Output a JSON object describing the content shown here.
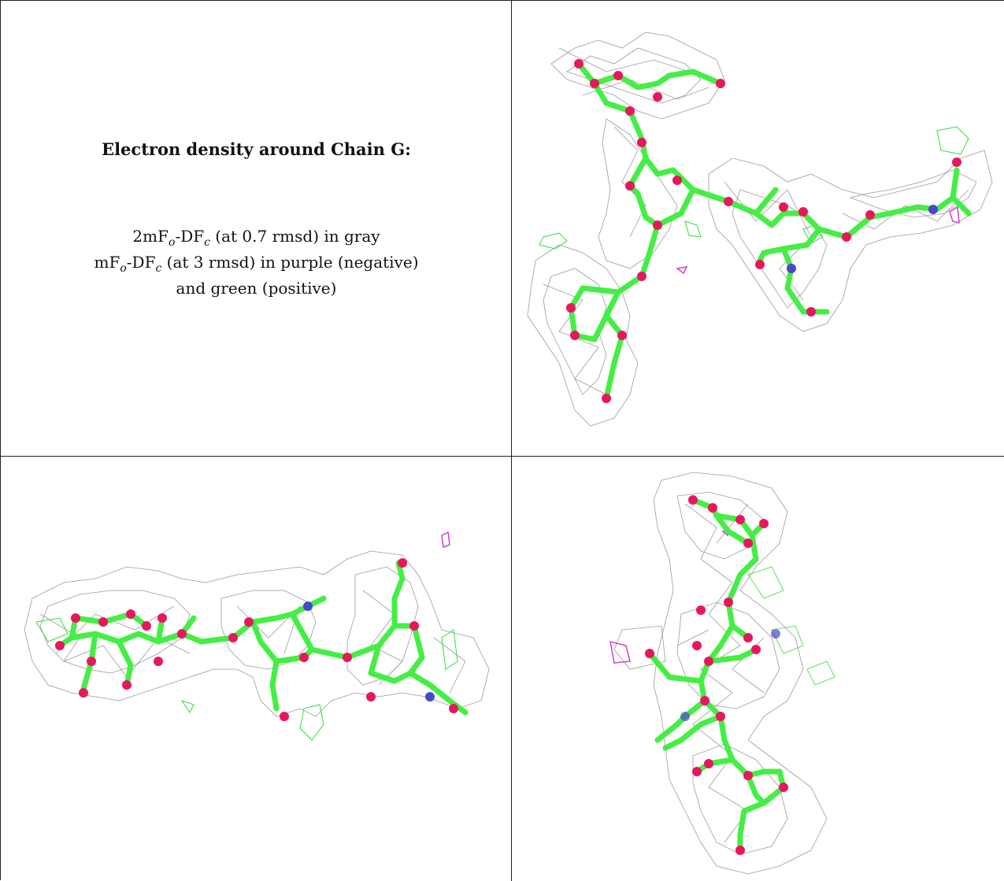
{
  "legend": {
    "title": "Electron density around Chain G:",
    "line1": {
      "pre": "2mF",
      "sub1": "o",
      "mid": "-DF",
      "sub2": "c",
      "post": " (at 0.7 rmsd) in gray"
    },
    "line2": {
      "pre": "mF",
      "sub1": "o",
      "mid": "-DF",
      "sub2": "c",
      "post": " (at 3 rmsd) in purple (negative)"
    },
    "line3": "and green (positive)"
  },
  "colors": {
    "mesh_2fofc": "#9a9a9a",
    "mesh_positive": "#33dd33",
    "mesh_negative": "#cc44cc",
    "bond_carbon": "#44ee44",
    "atom_oxygen": "#e8175d",
    "atom_nitrogen": "#4848c8",
    "border": "#222222"
  },
  "views": [
    {
      "id": "view-1",
      "description_icon": "molecule-density-view-top"
    },
    {
      "id": "view-2",
      "description_icon": "molecule-density-view-side"
    },
    {
      "id": "view-3",
      "description_icon": "molecule-density-view-end"
    }
  ]
}
